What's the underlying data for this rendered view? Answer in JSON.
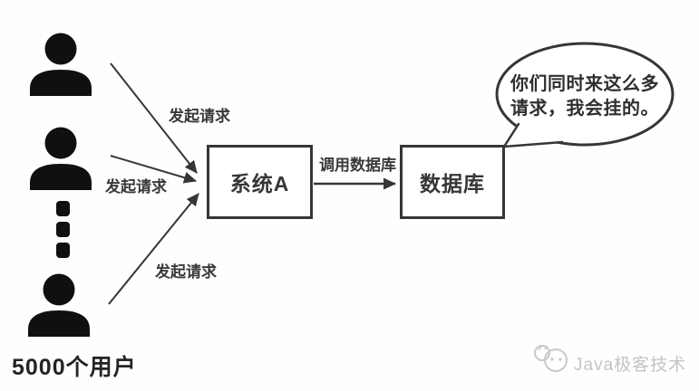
{
  "diagram": {
    "users_label": "5000个用户",
    "request_labels": [
      "发起请求",
      "发起请求",
      "发起请求"
    ],
    "system_box_label": "系统A",
    "db_call_label": "调用数据库",
    "db_box_label": "数据库",
    "bubble": {
      "line1": "你们同时来这么多",
      "line2": "请求，我会挂的。"
    },
    "watermark": "Java极客技术",
    "colors": {
      "stroke": "#363636",
      "icon_fill": "#101010",
      "watermark": "#c4c4c4",
      "background": "#fefefe"
    }
  }
}
